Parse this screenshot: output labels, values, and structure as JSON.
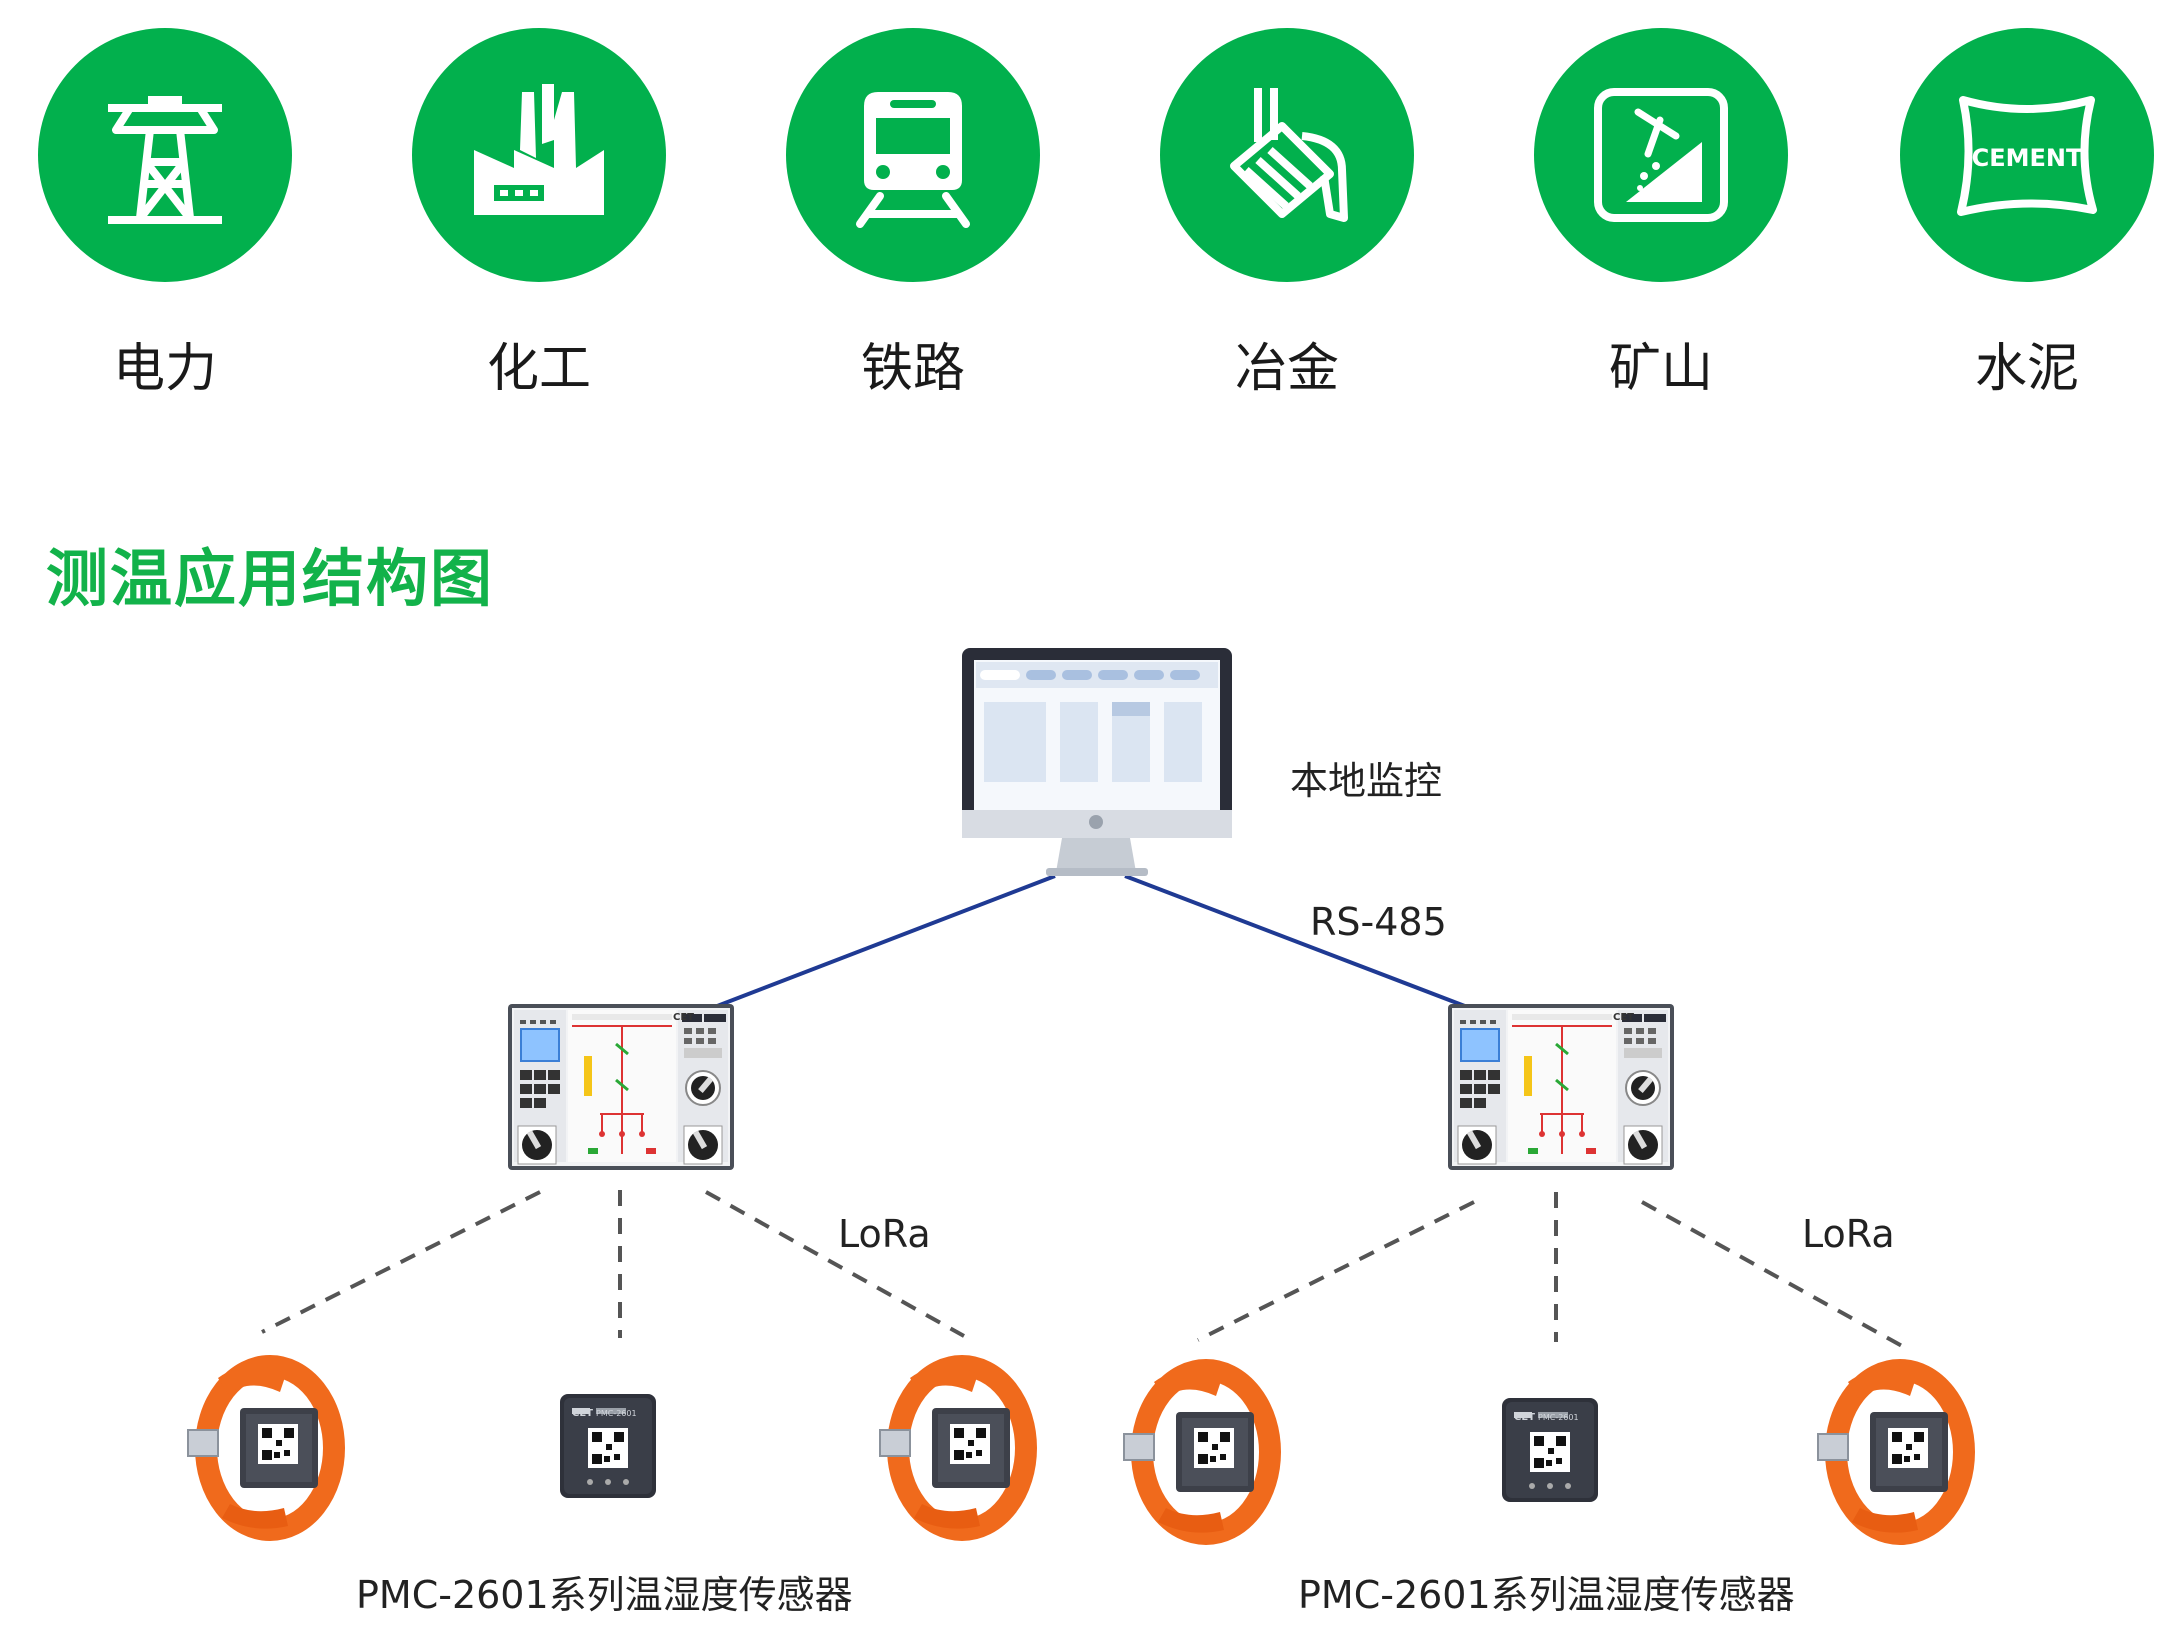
{
  "industries": [
    {
      "label": "电力",
      "icon": "power-tower-icon"
    },
    {
      "label": "化工",
      "icon": "factory-icon"
    },
    {
      "label": "铁路",
      "icon": "train-icon"
    },
    {
      "label": "冶金",
      "icon": "ladle-pouring-icon"
    },
    {
      "label": "矿山",
      "icon": "mining-pickaxe-icon"
    },
    {
      "label": "水泥",
      "icon": "cement-bag-icon",
      "icon_text": "CEMENT"
    }
  ],
  "section_title": "测温应用结构图",
  "diagram": {
    "monitor_label": "本地监控",
    "bus_label": "RS-485",
    "wireless_label_left": "LoRa",
    "wireless_label_right": "LoRa",
    "device_brand": "CET",
    "device_model": "PMC-2601",
    "sensor_group_label_left": "PMC-2601系列温湿度传感器",
    "sensor_group_label_right": "PMC-2601系列温湿度传感器"
  },
  "colors": {
    "accent_green": "#02b04d",
    "title_green": "#12b24a",
    "bus_line": "#1f3a93",
    "dashed_line": "#555555",
    "clamp_orange": "#f06a1c"
  }
}
